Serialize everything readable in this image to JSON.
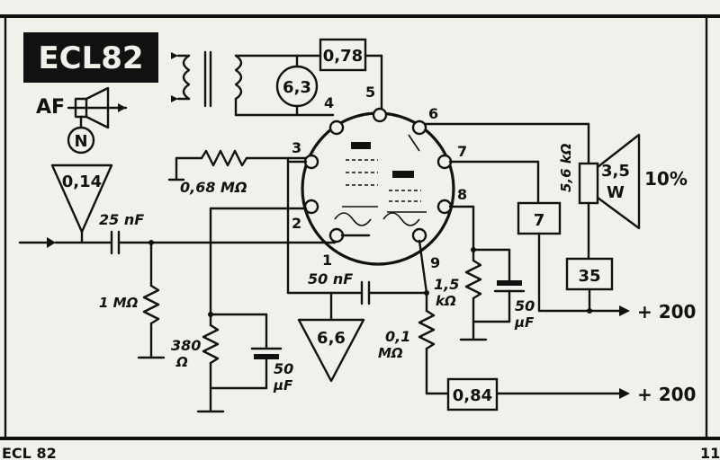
{
  "tube": "ECL82",
  "footer": {
    "left": "ECL 82",
    "right": "11"
  },
  "signal": {
    "af": "AF",
    "n": "N"
  },
  "test_values": {
    "input": "0,14",
    "heater": "6,3",
    "triode_anode": "0,78",
    "triode_grid": "6,6",
    "pentode_anode": "7",
    "screen": "35",
    "pentode_grid": "0,84"
  },
  "pins": [
    "1",
    "2",
    "3",
    "4",
    "5",
    "6",
    "7",
    "8",
    "9"
  ],
  "components": {
    "c_in": "25 nF",
    "r_grid": "1 MΩ",
    "r_feedback": "0,68 MΩ",
    "c_coupling": "50 nF",
    "r_cathode_t": "380",
    "r_cathode_t_unit": "Ω",
    "c_cathode_t": "50",
    "c_cathode_t_unit": "µF",
    "r_grid_p": "0,1",
    "r_grid_p_unit": "MΩ",
    "r_cathode_p": "1,5",
    "r_cathode_p_unit": "kΩ",
    "c_cathode_p": "50",
    "c_cathode_p_unit": "µF",
    "r_load": "5,6 kΩ",
    "speaker_power": "3,5",
    "speaker_power_unit": "W",
    "distortion": "10%"
  },
  "supply": {
    "top": "+ 200",
    "bottom": "+ 200"
  }
}
